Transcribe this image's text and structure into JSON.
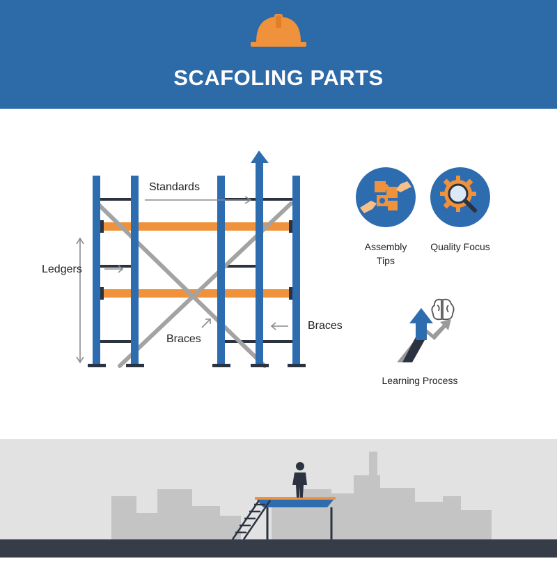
{
  "header": {
    "title": "SCAFOLING PARTS"
  },
  "diagram": {
    "labels": {
      "standards": "Standards",
      "ledgers": "Ledgers",
      "braces_left": "Braces",
      "braces_right": "Braces"
    }
  },
  "side_panel": {
    "items": [
      {
        "icon": "puzzle-hands-icon",
        "label": "Assembly\nTips"
      },
      {
        "icon": "magnifier-gear-icon",
        "label": "Quality Focus"
      },
      {
        "icon": "brain-arrow-icon",
        "label": "Learning Process"
      }
    ]
  },
  "colors": {
    "header_blue": "#2d6aa8",
    "standard_blue": "#2e6cb0",
    "ledger_orange": "#f0923b",
    "brace_gray": "#9a9a9a",
    "dark_navy": "#2b3240",
    "skyline_gray": "#c0c0c0",
    "ground": "#363d48"
  }
}
